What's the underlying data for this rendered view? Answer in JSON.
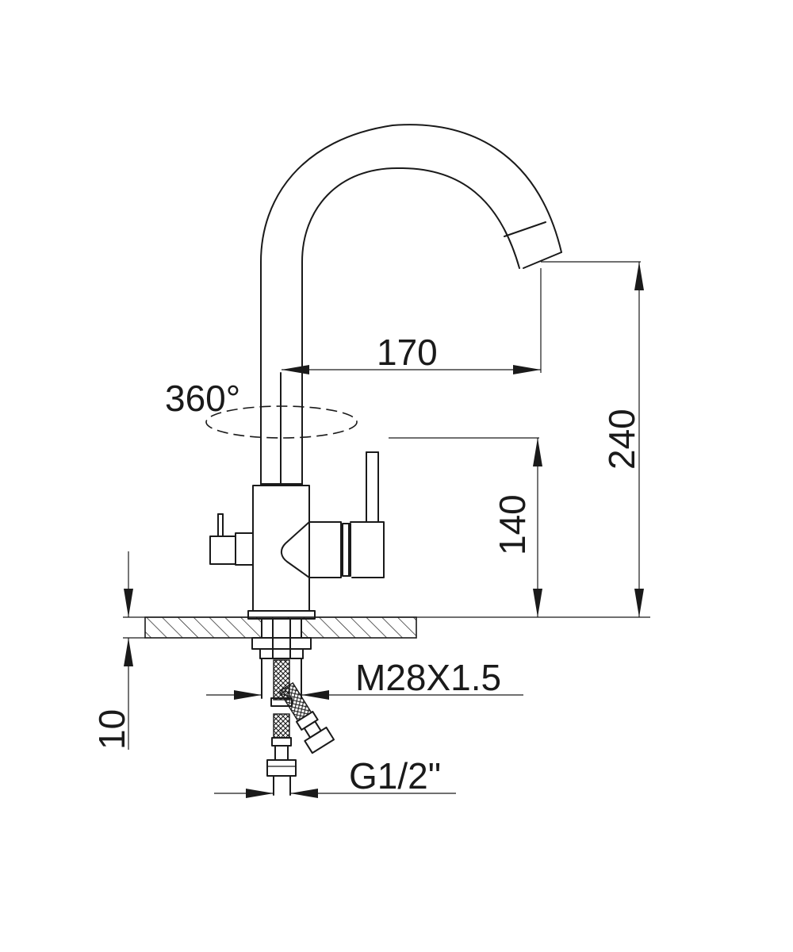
{
  "dimensions": {
    "rotation": "360°",
    "spout_reach": "170",
    "total_height": "240",
    "spout_height": "140",
    "deck_thickness": "10",
    "mount_thread": "M28X1.5",
    "hose_connection": "G1/2\""
  }
}
